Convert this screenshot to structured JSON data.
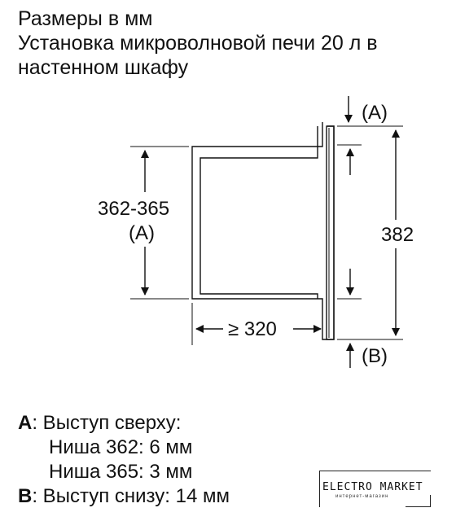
{
  "heading": {
    "line1": "Размеры в мм",
    "line2": "Установка микроволновой печи 20 л в",
    "line3": "настенном шкафу"
  },
  "diagram": {
    "label_a_top": "(A)",
    "label_a_left": "(A)",
    "label_b": "(B)",
    "height_range": "362-365",
    "height_total": "382",
    "depth_min": "≥ 320"
  },
  "notes": {
    "a_key": "A",
    "a_text": ": Выступ сверху:",
    "niche_362": "Ниша 362: 6 мм",
    "niche_365": "Ниша 365: 3 мм",
    "b_key": "B",
    "b_text": ": Выступ снизу: 14 мм"
  },
  "logo": {
    "brand": "ELECTRO MARKET",
    "tagline": "интернет-магазин"
  }
}
